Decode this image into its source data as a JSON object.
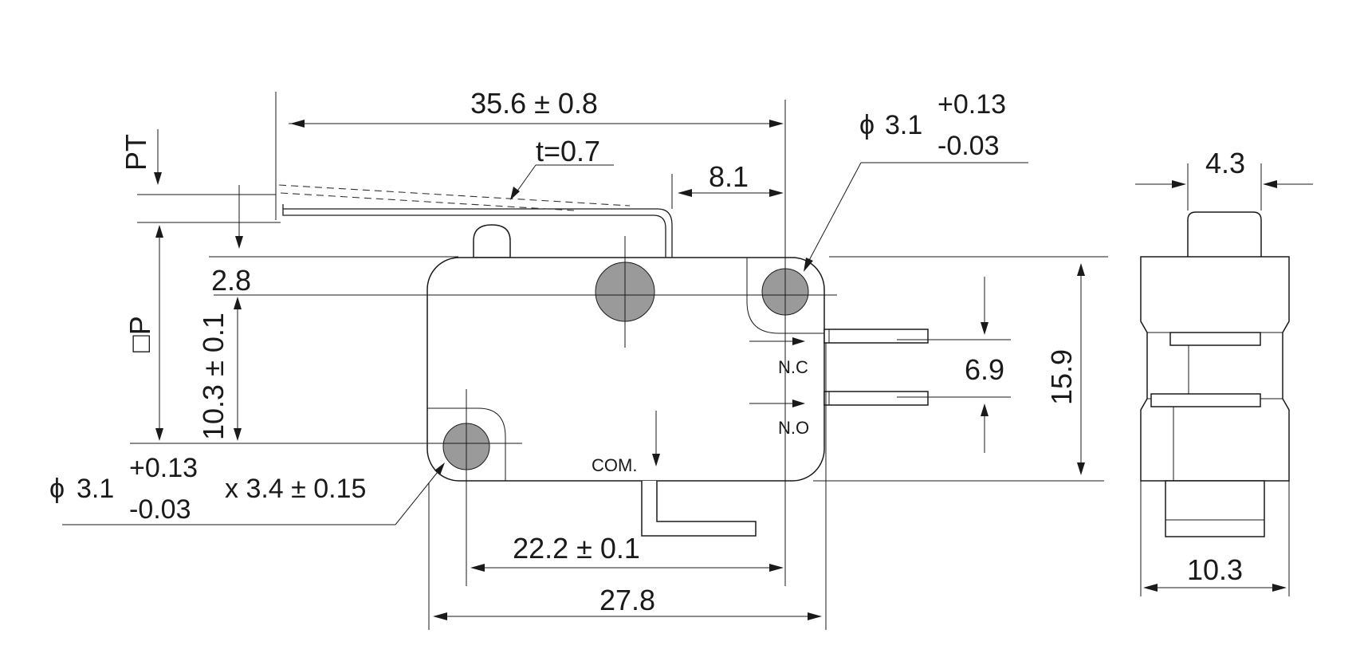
{
  "dimensions": {
    "overall_length": "35.6 ± 0.8",
    "lever_thickness": "t=0.7",
    "lever_offset": "8.1",
    "pretravel": "PT",
    "operating_position": "□P",
    "height_pin": "2.8",
    "hole_pitch_vertical": "10.3 ± 0.1",
    "body_height": "15.9",
    "terminal_pitch": "6.9",
    "hole_pitch_horizontal": "22.2 ± 0.1",
    "body_length": "27.8",
    "side_top_width": "4.3",
    "side_width": "10.3"
  },
  "hole_right": {
    "symbol": "ϕ",
    "nominal": "3.1",
    "tol_plus": "+0.13",
    "tol_minus": "-0.03"
  },
  "hole_left": {
    "symbol": "ϕ",
    "nominal": "3.1",
    "tol_plus": "+0.13",
    "tol_minus": "-0.03",
    "slot": "x 3.4 ± 0.15"
  },
  "terminals": {
    "nc": "N.C",
    "no": "N.O",
    "com": "COM."
  },
  "colors": {
    "line": "#1a1a1a",
    "hole_fill": "#9a9a9a",
    "background": "#ffffff"
  }
}
